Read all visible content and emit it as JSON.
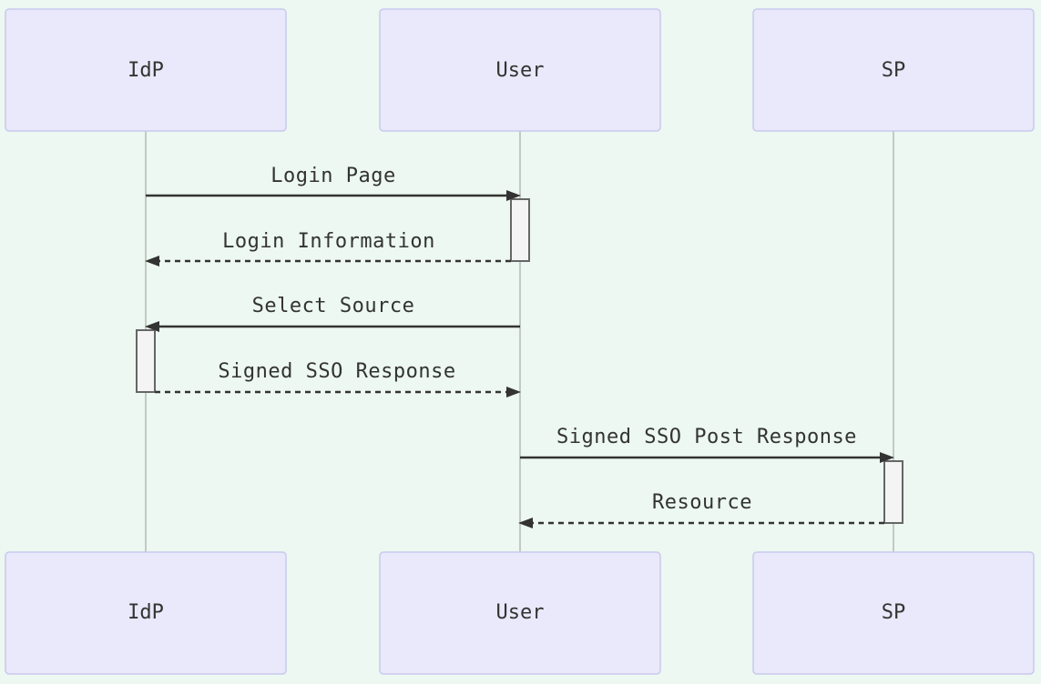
{
  "participants": [
    {
      "id": "idp",
      "label": "IdP"
    },
    {
      "id": "user",
      "label": "User"
    },
    {
      "id": "sp",
      "label": "SP"
    }
  ],
  "messages": [
    {
      "from": "idp",
      "to": "user",
      "label": "Login Page",
      "style": "solid"
    },
    {
      "from": "user",
      "to": "idp",
      "label": "Login Information",
      "style": "dashed"
    },
    {
      "from": "user",
      "to": "idp",
      "label": "Select Source",
      "style": "solid"
    },
    {
      "from": "idp",
      "to": "user",
      "label": "Signed SSO Response",
      "style": "dashed"
    },
    {
      "from": "user",
      "to": "sp",
      "label": "Signed SSO Post Response",
      "style": "solid"
    },
    {
      "from": "sp",
      "to": "user",
      "label": "Resource",
      "style": "dashed"
    }
  ],
  "activations": [
    {
      "participant": "user",
      "from_message": 0,
      "to_message": 1
    },
    {
      "participant": "idp",
      "from_message": 2,
      "to_message": 3
    },
    {
      "participant": "sp",
      "from_message": 4,
      "to_message": 5
    }
  ],
  "colors": {
    "background": "#ecf8f1",
    "actor_fill": "#e9e9fb",
    "actor_border": "#c9c9ee",
    "line": "#333333",
    "activation_fill": "#f4f4f4"
  }
}
